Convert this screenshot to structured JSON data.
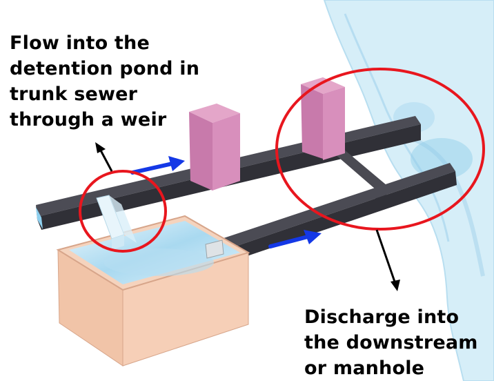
{
  "labels": {
    "inflow": {
      "lines": [
        "Flow into the",
        "detention pond in",
        "trunk sewer",
        "through a weir"
      ]
    },
    "discharge": {
      "lines": [
        "Discharge into",
        "the downstream",
        "or manhole"
      ]
    }
  },
  "colors": {
    "pipe_top": "#4a4a52",
    "pipe_side": "#2f2f35",
    "manhole_front": "#d48bb6",
    "manhole_side": "#b86d9d",
    "pond_front": "#f3c7ae",
    "pond_side": "#e6b296",
    "water": "#9fd3ee",
    "river": "#c6e6f4",
    "flow_arrow": "#1438e6",
    "highlight_circle": "#e8161e",
    "pointer": "#000000"
  },
  "icons": [
    "flow-arrow",
    "highlight-circle",
    "pointer-arrow"
  ]
}
